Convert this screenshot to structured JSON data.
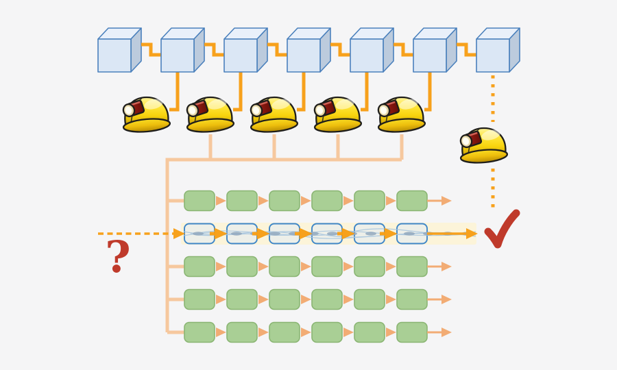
{
  "diagram": {
    "blockchain": {
      "block_count": 7
    },
    "miners": {
      "pool_count": 5,
      "new_miner_count": 1
    },
    "grid": {
      "rows": 5,
      "cols": 6,
      "highlighted_row": 2
    },
    "annotations": {
      "question_symbol": "?",
      "check_symbol": "✓"
    },
    "colors": {
      "background": "#F5F5F6",
      "orange": "#F7A11C",
      "orange_dark": "#EF9400",
      "peach": "#F6C89E",
      "peach_arrow": "#F2AC74",
      "green_fill": "#A9CF95",
      "green_border": "#8AB573",
      "blue_border": "#3E86C8",
      "highlight_band": "#FCF4D9",
      "highlight_box_fill": "#EDEFE9",
      "pattern_line": "#A9C6DE",
      "pattern_node": "#93A9BE",
      "cube_front": "#DBE7F5",
      "cube_top": "#E9F0FA",
      "cube_side": "#BCCBDD",
      "cube_edge": "#4A80BC",
      "red": "#BF3A2B",
      "helmet_yellow": "#F8D40E",
      "lamp_red": "#8F1A12"
    }
  }
}
